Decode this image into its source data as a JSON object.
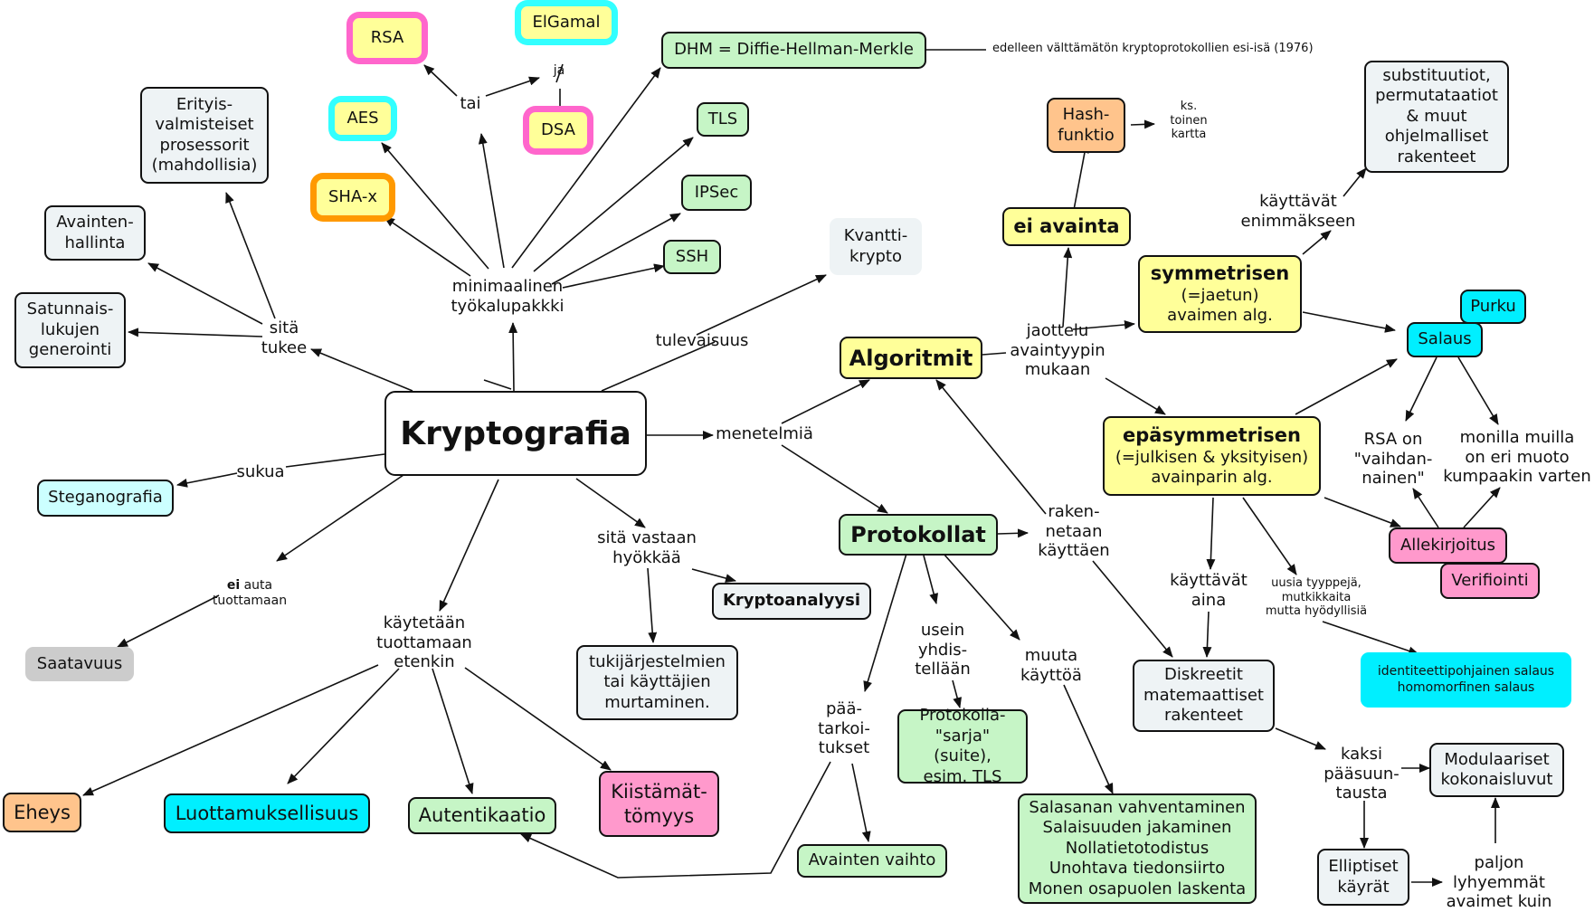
{
  "colors": {
    "grey": "#eef3f5",
    "green": "#c6f5c6",
    "yellow": "#ffff99",
    "cyan": "#00efff",
    "pink": "#ff99cc",
    "orange": "#ffc48c"
  },
  "nodes": {
    "kryptografia": "Kryptografia",
    "rsa": "RSA",
    "elgamal": "ElGamal",
    "aes": "AES",
    "dsa": "DSA",
    "shax": "SHA-x",
    "dhm": "DHM = Diffie-Hellman-Merkle",
    "dhm_note": "edelleen välttämätön kryptoprotokollien esi-isä (1976)",
    "tls": "TLS",
    "ipsec": "IPSec",
    "ssh": "SSH",
    "kvantti": "Kvantti-\nkrypto",
    "erityis": "Erityis-\nvalmisteiset\nprosessorit\n(mahdollisia)",
    "avainten_hallinta": "Avainten-\nhallinta",
    "satunnais": "Satunnais-\nlukujen\ngenerointi",
    "steganografia": "Steganografia",
    "saatavuus": "Saatavuus",
    "eheys": "Eheys",
    "luottamuksellisuus": "Luottamuksellisuus",
    "autentikaatio": "Autentikaatio",
    "kiistamattomyys": "Kiistämät-\ntömyys",
    "kryptoanalyysi": "Kryptoanalyysi",
    "tukijarjestelmien": "tukijärjestelmien\ntai käyttäjien\nmurtaminen.",
    "algoritmit": "Algoritmit",
    "protokollat": "Protokollat",
    "ei_avainta": "ei avainta",
    "hash": "Hash-\nfunktio",
    "hash_note": "ks.\ntoinen\nkartta",
    "symmetrisen_title": "symmetrisen",
    "symmetrisen_sub": "(=jaetun)\navaimen alg.",
    "substituutiot": "substituutiot,\npermutataatiot\n& muut\nohjelmalliset\nrakenteet",
    "epasymmetrisen_title": "epäsymmetrisen",
    "epasymmetrisen_sub": "(=julkisen & yksityisen)\navainparin alg.",
    "purku": "Purku",
    "salaus": "Salaus",
    "allekirjoitus": "Allekirjoitus",
    "verifiointi": "Verifiointi",
    "identiteetti": "identiteettipohjainen salaus\nhomomorfinen salaus",
    "diskreetit": "Diskreetit\nmatemaattiset\nrakenteet",
    "modulaariset": "Modulaariset\nkokonaisluvut",
    "elliptiset": "Elliptiset\nkäyrät",
    "protokolla_sarja": "Protokolla-\n\"sarja\" (suite),\nesim. TLS",
    "salasanan": "Salasanan vahventaminen\nSalaisuuden jakaminen\nNollatietotodistus\nUnohtava tiedonsiirto\nMonen osapuolen laskenta",
    "avainten_vaihto": "Avainten vaihto"
  },
  "labels": {
    "tai": "tai",
    "ja": "ja",
    "minimaalinen": "minimaalinen\ntyökalupakkki",
    "sita_tukee": "sitä\ntukee",
    "tulevaisuus": "tulevaisuus",
    "menetelmia": "menetelmiä",
    "sukua": "sukua",
    "ei_auta_bold": "ei",
    "ei_auta_rest": " auta\ntuottamaan",
    "kaytetaan": "käytetään\ntuottamaan\netenkin",
    "sita_vastaan": "sitä vastaan\nhyökkää",
    "jaottelu": "jaottelu\navaintyypin\nmukaan",
    "kayttavat_enimm": "käyttävät\nenimmäkseen",
    "rsa_on": "RSA on\n\"vaihdan-\nnainen\"",
    "monilla": "monilla muilla\non eri muoto\nkumpaakin varten",
    "rakennetaan": "raken-\nnetaan\nkäyttäen",
    "kayttavat_aina": "käyttävät\naina",
    "uusia": "uusia tyyppejä,\nmutkikkaita\nmutta hyödyllisiä",
    "usein": "usein\nyhdis-\ntellään",
    "muuta": "muuta\nkäyttöä",
    "paatarkoitukset": "pää-\ntarkoi-\ntukset",
    "kaksi": "kaksi\npääsuun-\ntausta",
    "paljon": "paljon\nlyhyemmät\navaimet kuin"
  }
}
